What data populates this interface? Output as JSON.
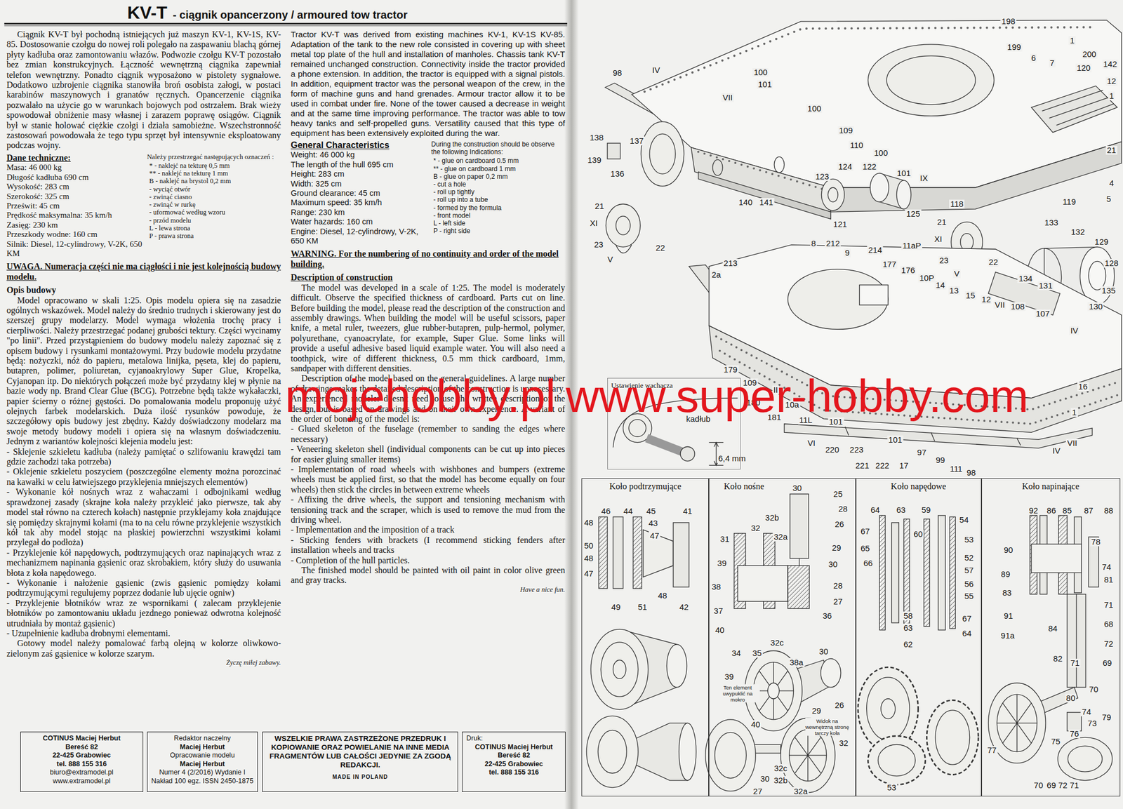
{
  "diagram": {
    "title": "KV-T",
    "nodes": [
      {
        "text": [
          "COTINUS Maciej Herbut",
          "Bereść 82",
          "22-425 Grabowiec",
          "tel. 888 155 316",
          "biuro@extramodel.pl",
          "www.extramodel.pl"
        ]
      },
      {
        "text": [
          "Redaktor naczelny",
          "Maciej Herbut",
          "Opracowanie modelu",
          "Maciej Herbut",
          "Numer 4 (2/2016) Wydanie I",
          "Nakład 100 egz. ISSN 2450-1875"
        ]
      },
      {
        "text": [
          "WSZELKIE PRAWA ZASTRZEŻONE PRZEDRUK I KOPIOWANIE ORAZ POWIELANIE NA INNE MEDIA FRAGMENTÓW LUB CAŁOŚCI JEDYNIE ZA ZGODĄ REDAKCJI.",
          "MADE IN POLAND"
        ]
      },
      {
        "text": [
          "Druk:",
          "COTINUS Maciej Herbut",
          "Bereść 82",
          "22-425 Grabowiec",
          "tel. 888 155 316"
        ]
      },
      {
        "text": [
          "Ustawienie wachacza"
        ]
      },
      {
        "text": [
          "Koło podtrzymujące"
        ]
      },
      {
        "text": [
          "Koło nośne"
        ]
      },
      {
        "text": [
          "Koło napędowe"
        ]
      },
      {
        "text": [
          "Koło napinające"
        ]
      }
    ],
    "labels": [
      "- ciągnik opancerzony / armoured tow tractor",
      "Ciągnik KV-T był pochodną istniejących już maszyn KV-1, KV-1S, KV-85. Dostosowanie czołgu do nowej roli polegało na zaspawaniu blachą górnej płyty kadłuba oraz zamontowaniu włazów. Podwozie czołgu KV-T pozostało bez zmian konstrukcyjnych. Łączność wewnętrzną ciągnika zapewniał telefon wewnętrzny. Ponadto ciągnik wyposażono w pistolety sygnałowe. Dodatkowo uzbrojenie ciągnika stanowiła broń osobista załogi, w postaci karabinów maszynowych i granatów ręcznych. Opancerzenie ciągnika pozwalało na użycie go w warunkach bojowych pod ostrzałem. Brak wieży spowodował obniżenie masy własnej i zarazem poprawę osiągów. Ciągnik był w stanie holować ciężkie czołgi i działa samobieżne. Wszechstronność zastosowań powodowała że tego typu sprzęt był intensywnie eksploatowany podczas wojny.",
      "Dane techniczne:",
      "Masa: 46 000 kg",
      "Długość kadłuba 690 cm",
      "Wysokość: 283 cm",
      "Szerokość: 325 cm",
      "Prześwit: 45 cm",
      "Prędkość maksymalna: 35 km/h",
      "Zasięg: 230 km",
      "Przeszkody wodne: 160 cm",
      "Silnik: Diesel, 12-cylindrowy, V-2K, 650 KM",
      "Należy przestrzegać następujących oznaczeń :",
      "* - naklejć na tekturę 0,5 mm",
      "** - naklejć na tekturę 1 mm",
      "B - naklejć na brystol 0,2 mm",
      "- wyciąć otwór",
      "- zwinąć ciasno",
      "- zwinąć w rurkę",
      "- uformować według wzoru",
      "- przód modelu",
      "L - lewa strona",
      "P - prawa strona",
      "UWAGA. Numeracja części nie ma ciągłości i nie jest kolejnością budowy modelu.",
      "Opis budowy",
      "Model opracowano w skali 1:25. Opis modelu opiera się na zasadzie ogólnych wskazówek. Model należy do średnio trudnych i skierowany jest do szerszej grupy modelarzy. Model wymaga włożenia trochę pracy i cierpliwości. Należy przestrzegać podanej grubości tektury. Części wycinamy \"po linii\". Przed przystąpieniem do budowy modelu należy zapoznać się z opisem budowy i rysunkami montażowymi. Przy budowie modelu przydatne będą: nożyczki, nóż do papieru, metalowa linijka, pęseta, klej do papieru, butapren, polimer, poliuretan, cyjanoakrylowy Super Glue, Kropelka, Cyjanopan itp. Do niektórych połączeń może być przydatny klej w płynie na bazie wody np. Brand Clear Glue (BCG). Potrzebne będą także wykałaczki, papier ścierny o różnej gęstości. Do pomalowania modelu proponuję użyć olejnych farbek modelarskich. Duża ilość rysunków powoduje, że szczegółowy opis budowy jest zbędny. Każdy doświadczony modelarz ma swoje metody budowy modeli i opiera się na własnym doświadczeniu. Jednym z wariantów kolejności klejenia modelu jest:",
      "- Sklejenie szkieletu kadłuba (należy pamiętać o szlifowaniu krawędzi tam gdzie zachodzi taka potrzeba)",
      "- Oklejenie szkieletu poszyciem (poszczególne elementy można porozcinać na kawałki w celu łatwiejszego przyklejenia mniejszych elementów)",
      "- Wykonanie kół nośnych wraz z wahaczami i odbojnikami według sprawdzonej zasady (skrajne koła należy przykleić jako pierwsze, tak aby model stał równo na czterech kołach) następnie przyklejamy koła znajdujące się pomiędzy skrajnymi kołami (ma to na celu równe przyklejenie wszystkich kół tak aby model stojąc na płaskiej powierzchni wszystkimi kołami przylegał do podłoża)",
      "- Przyklejenie kół napędowych, podtrzymujących oraz napinających wraz z mechanizmem napinania gąsienic oraz skrobakiem, który służy do usuwania błota z koła napędowego.",
      "- Wykonanie i nałożenie gąsienic (zwis gąsienic pomiędzy kołami podtrzymującymi regulujemy poprzez dodanie lub ujęcie ogniw)",
      "- Przyklejenie błotników wraz ze wspornikami ( zalecam przyklejenie błotników po zamontowaniu układu jezdnego ponieważ odwrotna kolejność utrudniała by montaż gąsienic)",
      "- Uzupełnienie kadłuba drobnymi elementami.",
      "Gotowy model należy pomalować farbą olejną w kolorze oliwkowo-zielonym zaś gąsienice w kolorze szarym.",
      "Życzę miłej zabawy.",
      "Tractor KV-T was derived from existing machines KV-1, KV-1S KV-85. Adaptation of the tank to the new role consisted in covering up with sheet metal top plate of the hull and installation of manholes. Chassis tank KV-T remained unchanged construction. Connectivity inside the tractor provided a phone extension. In addition, the tractor is equipped with a signal pistols. In addition, equipment tractor was the personal weapon of the crew, in the form of machine guns and hand grenades. Armour tractor allow it to be used in combat under fire. None of the tower caused a decrease in weight and at the same time improving performance. The tractor was able to tow heavy tanks and self-propelled guns. Versatility caused that this type of equipment has been extensively exploited during the war.",
      "General Characteristics",
      "Weight: 46 000 kg",
      "The length of the hull 695 cm",
      "Height: 283 cm",
      "Width: 325 cm",
      "Ground clearance: 45 cm",
      "Maximum speed: 35 km/h",
      "Range: 230 km",
      "Water hazards: 160 cm",
      "Engine: Diesel, 12-cylindrowy, V-2K, 650 KM",
      "During the construction should be observe the following Indications:",
      "* - glue on cardboard 0.5 mm",
      "** - glue on cardboard 1 mm",
      "B - glue on paper 0,2 mm",
      "- cut a hole",
      "- roll up tightly",
      "- roll up into a tube",
      "- formed by the formula",
      "- front model",
      "L - left side",
      "P - right side",
      "WARNING. For the numbering of no continuity and order of the model building.",
      "Description of construction",
      "The model was developed in a scale of 1:25. The model is moderately difficult. Observe the specified thickness of cardboard. Parts cut on line. Before building the model, please read the description of the construction and assembly drawings. When building the model will be useful scissors, paper knife, a metal ruler, tweezers, glue rubber-butapren, pulp-hermol, polymer, polyurethane, cyanoacrylate, for example, Super Glue. Some links will provide a useful adhesive based liquid example water. You will also need a toothpick, wire of different thickness, 0.5 mm thick cardboard, 1mm, sandpaper with different densities.",
      "Description of the model based on the general guidelines. A large number of drawings makes the detailed description of the construction is unnecessary. An experienced modeler doesn't need to use the written description of the design, but is based on drawings and on their own experience. A variant of the order of bonding of the model is:",
      "- Glued skeleton of the fuselage (remember to sanding the edges where necessary)",
      "- Veneering skeleton shell (individual components can be cut up into pieces for easier gluing smaller items)",
      "- Implementation of road wheels with wishbones and bumpers (extreme wheels must be applied first, so that the model has become equally on four wheels) then stick the circles in between extreme wheels",
      "- Affixing the drive wheels, the support and tensioning mechanism with tensioning track and the scraper, which is used to remove the mud from the driving wheel.",
      "- Implementation and the imposition of a track",
      "- Sticking fenders with brackets (I recommend sticking fenders after installation wheels and tracks",
      "- Completion of the hull particles.",
      "The finished model should be painted with oil paint in color olive green and gray tracks.",
      "Have a nice fun.",
      "mojehobby.pl",
      "www.super-hobby.com",
      "kadłub",
      "6,4 mm",
      "198",
      "199",
      "1",
      "200",
      "142",
      "120",
      "7",
      "6",
      "12",
      "1",
      "98",
      "IV",
      "VII",
      "100",
      "101",
      "100",
      "109",
      "110",
      "100",
      "101",
      "IX",
      "118",
      "119",
      "5",
      "21",
      "4",
      "138",
      "139",
      "137",
      "136",
      "140",
      "141",
      "123",
      "124",
      "122",
      "125",
      "121",
      "21",
      "XI",
      "23",
      "22",
      "V",
      "21",
      "XI",
      "23",
      "22",
      "V",
      "133",
      "132",
      "129",
      "128",
      "134",
      "131",
      "135",
      "130",
      "8",
      "212",
      "9",
      "214",
      "11aP",
      "177",
      "176",
      "10P",
      "14",
      "13",
      "15",
      "12",
      "VII",
      "108",
      "107",
      "IV",
      "213",
      "2a",
      "179",
      "109",
      "II",
      "180",
      "181",
      "10a",
      "11L",
      "101",
      "VI",
      "220",
      "223",
      "221",
      "222",
      "101",
      "17",
      "97",
      "99",
      "111",
      "98",
      "IV",
      "VII",
      "1",
      "16",
      "46",
      "44",
      "45",
      "41",
      "48",
      "43",
      "47",
      "50",
      "48",
      "47",
      "49",
      "51",
      "48",
      "42",
      "30",
      "25",
      "28",
      "26",
      "31",
      "32",
      "32b",
      "32a",
      "29",
      "39",
      "30",
      "38",
      "28",
      "37",
      "27",
      "36",
      "40",
      "34",
      "35",
      "32c",
      "30",
      "38a",
      "39",
      "26",
      "29",
      "40",
      "32",
      "30",
      "27",
      "32c",
      "32b",
      "32a",
      "Ten element uwypuklić na mokro",
      "Widok na wewnętrzną stronę tarczy koła",
      "64",
      "63",
      "59",
      "54",
      "67",
      "60",
      "53",
      "65",
      "52",
      "57",
      "66",
      "56",
      "55",
      "58",
      "67",
      "63",
      "64",
      "62",
      "53",
      "92",
      "86",
      "85",
      "87",
      "88",
      "90",
      "78",
      "89",
      "74",
      "83",
      "81",
      "91",
      "71",
      "91a",
      "84",
      "68",
      "72",
      "69",
      "70",
      "82",
      "71",
      "80",
      "74",
      "73",
      "75",
      "76",
      "77",
      "79",
      "70",
      "69",
      "72",
      "71"
    ]
  }
}
